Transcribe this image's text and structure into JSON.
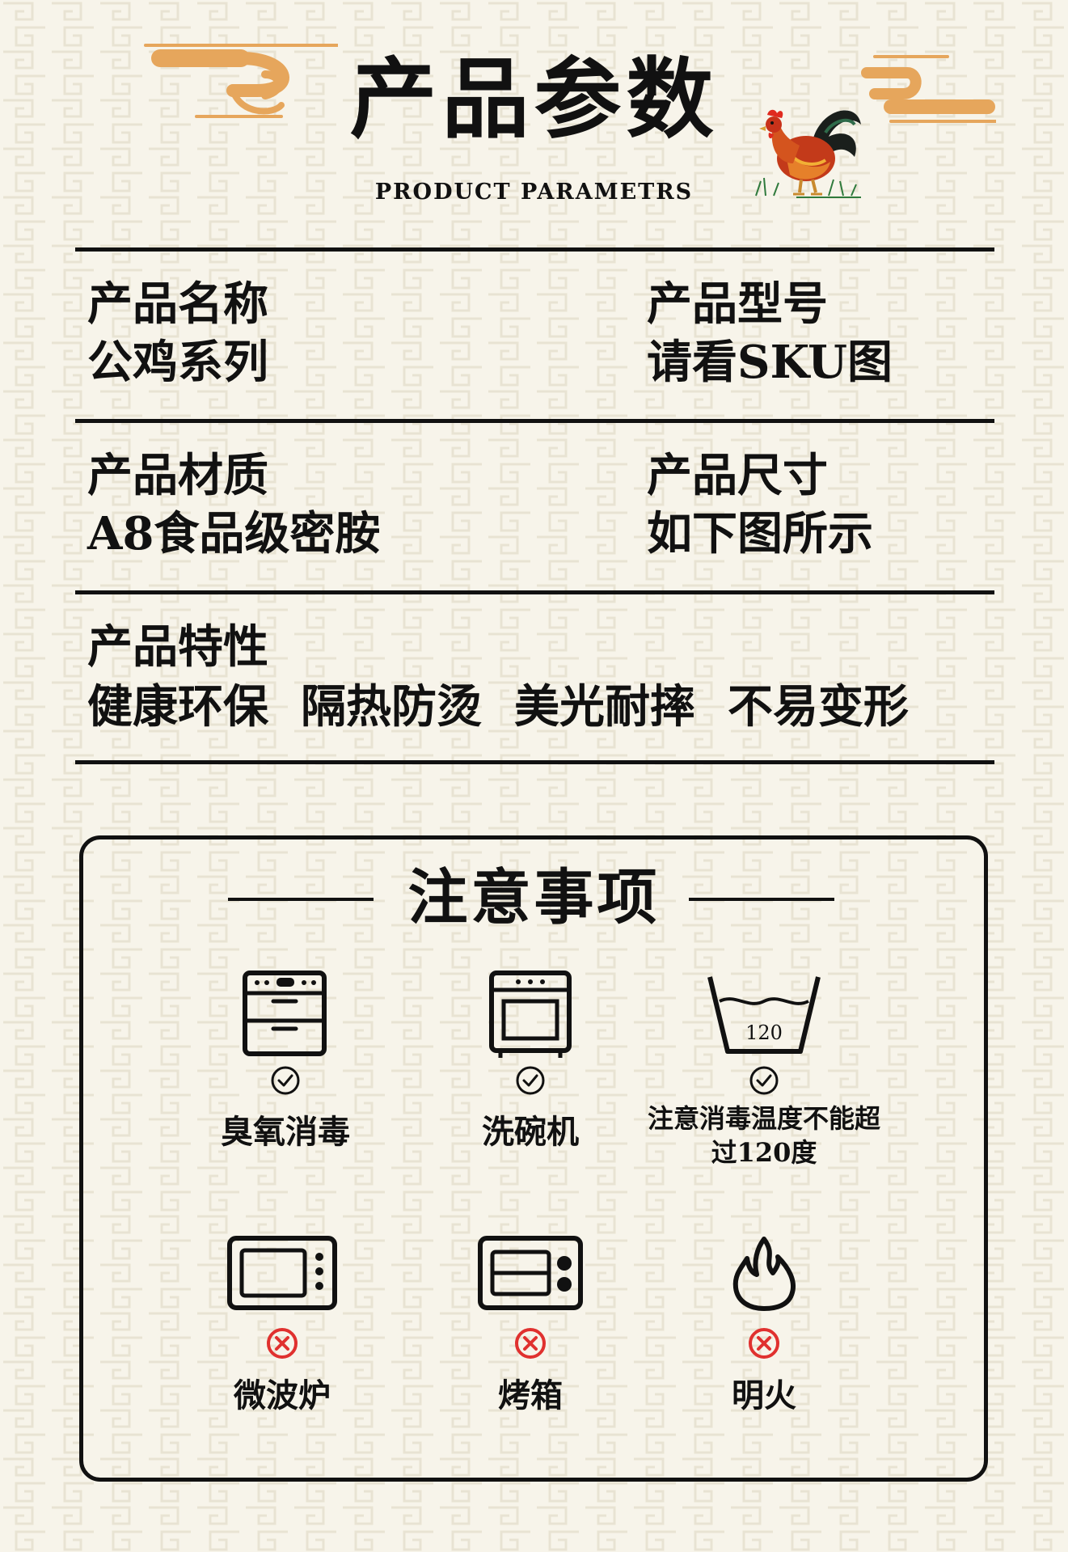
{
  "header": {
    "title": "产品参数",
    "subtitle": "PRODUCT PARAMETRS"
  },
  "params": {
    "name_label": "产品名称",
    "name_value": "公鸡系列",
    "model_label": "产品型号",
    "model_value": "请看SKU图",
    "material_label": "产品材质",
    "material_value": "A8食品级密胺",
    "size_label": "产品尺寸",
    "size_value": "如下图所示",
    "features_label": "产品特性",
    "features": [
      "健康环保",
      "隔热防烫",
      "美光耐摔",
      "不易变形"
    ]
  },
  "notice": {
    "title": "注意事项",
    "allowed": [
      {
        "label": "臭氧消毒",
        "icon": "ozone-sterilizer-icon"
      },
      {
        "label": "洗碗机",
        "icon": "dishwasher-icon"
      },
      {
        "label": "注意消毒温度不能超过120度",
        "icon": "wash-basin-120-icon",
        "basin_number": "120"
      }
    ],
    "forbidden": [
      {
        "label": "微波炉",
        "icon": "microwave-icon"
      },
      {
        "label": "烤箱",
        "icon": "oven-icon"
      },
      {
        "label": "明火",
        "icon": "flame-icon"
      }
    ]
  },
  "colors": {
    "background": "#f7f4ea",
    "cloud": "#e6a65c",
    "ok": "#111111",
    "forbidden": "#e0312f"
  }
}
